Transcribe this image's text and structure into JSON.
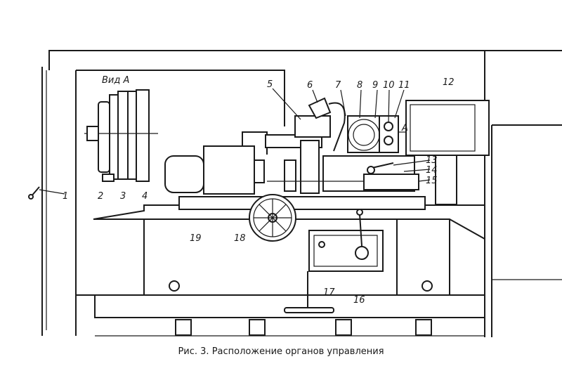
{
  "figure": {
    "caption": "Рис. 3. Расположение органов управления",
    "view_label": "Вид А",
    "view_marker": "А",
    "callouts": [
      "1",
      "2",
      "3",
      "4",
      "5",
      "6",
      "7",
      "8",
      "9",
      "10",
      "11",
      "12",
      "13",
      "14",
      "15",
      "16",
      "17",
      "18",
      "19"
    ]
  }
}
